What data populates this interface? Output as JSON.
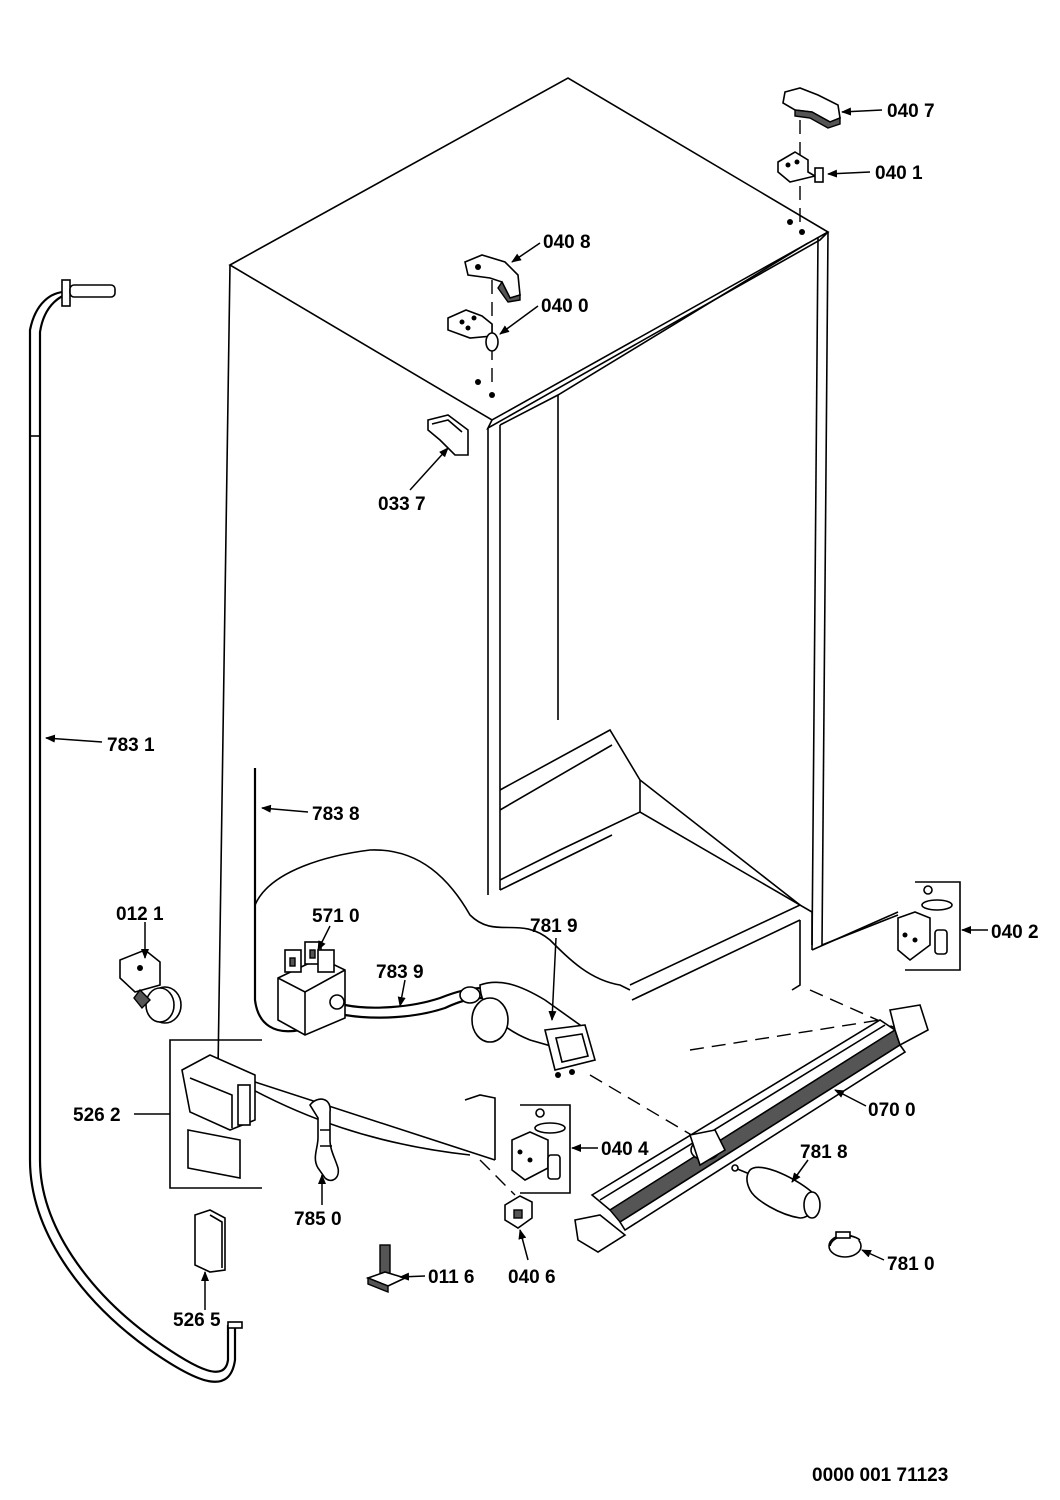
{
  "labels": {
    "p0407": "040 7",
    "p0401": "040 1",
    "p0408": "040 8",
    "p0400": "040 0",
    "p0337": "033 7",
    "p7831": "783 1",
    "p7838": "783 8",
    "p0121": "012 1",
    "p5710": "571 0",
    "p7839": "783 9",
    "p7819": "781 9",
    "p0402": "040 2",
    "p5262": "526 2",
    "p0700": "070 0",
    "p0404": "040 4",
    "p7818": "781 8",
    "p7850": "785 0",
    "p0116": "011 6",
    "p0406": "040 6",
    "p7810": "781 0",
    "p5265": "526 5"
  },
  "reference_number": "0000 001 71123"
}
